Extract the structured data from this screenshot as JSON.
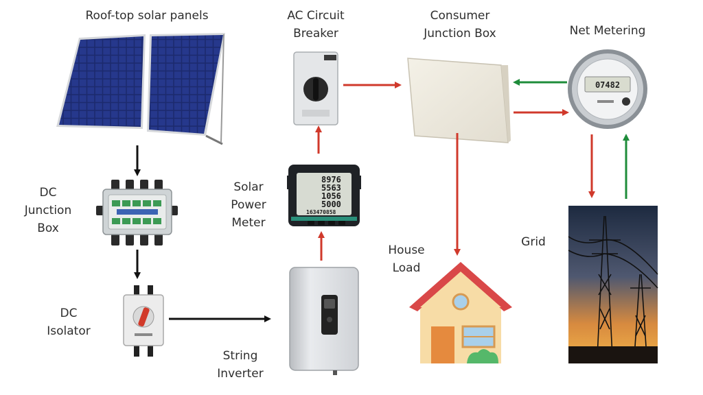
{
  "labels": {
    "solar_panels": "Roof-top solar panels",
    "ac_breaker_1": "AC Circuit",
    "ac_breaker_2": "Breaker",
    "consumer_box_1": "Consumer",
    "consumer_box_2": "Junction Box",
    "net_metering": "Net Metering",
    "dc_junction_1": "DC",
    "dc_junction_2": "Junction",
    "dc_junction_3": "Box",
    "solar_meter_1": "Solar",
    "solar_meter_2": "Power",
    "solar_meter_3": "Meter",
    "house_load_1": "House",
    "house_load_2": "Load",
    "grid": "Grid",
    "dc_isolator_1": "DC",
    "dc_isolator_2": "Isolator",
    "inverter_1": "String",
    "inverter_2": "Inverter"
  },
  "meter_readout": [
    "8976",
    "5563",
    "1056",
    "5000",
    "163470858"
  ],
  "net_meter_readout": "07482",
  "colors": {
    "black_arrow": "#111111",
    "red_arrow": "#d0392b",
    "green_arrow": "#1e8c3a",
    "roof": "#d94848",
    "house_wall": "#f7dca6",
    "door": "#e58a3e"
  }
}
